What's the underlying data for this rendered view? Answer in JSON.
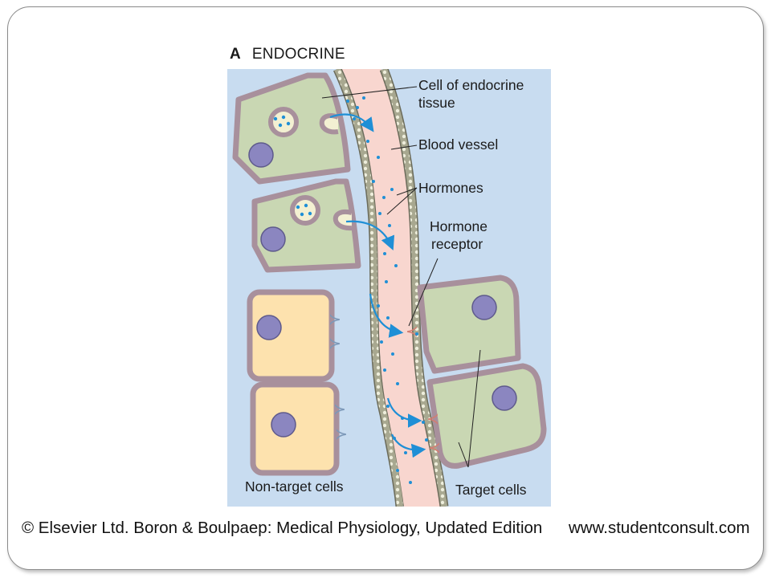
{
  "figure": {
    "panel_letter": "A",
    "panel_title": "ENDOCRINE"
  },
  "labels": {
    "cell_of_endocrine_tissue": [
      "Cell of endocrine",
      "tissue"
    ],
    "blood_vessel": "Blood vessel",
    "hormones": "Hormones",
    "hormone_receptor": [
      "Hormone",
      "receptor"
    ],
    "non_target_cells": "Non-target cells",
    "target_cells": "Target cells"
  },
  "caption": {
    "citation": "© Elsevier Ltd. Boron & Boulpaep: Medical Physiology, Updated Edition",
    "website": "www.studentconsult.com"
  },
  "colors": {
    "background": "#c8dcf0",
    "endocrine_cell": "#c9d7b3",
    "non_target_cell": "#fde2ae",
    "target_cell": "#c9d7b3",
    "cell_membrane": "#a8909c",
    "nucleus": "#8b86c0",
    "blood_vessel": "#f8d6cf",
    "hormone_dot": "#1f8fd6",
    "receptor_non_target": "#7c98b8",
    "receptor_target": "#d27e72"
  }
}
